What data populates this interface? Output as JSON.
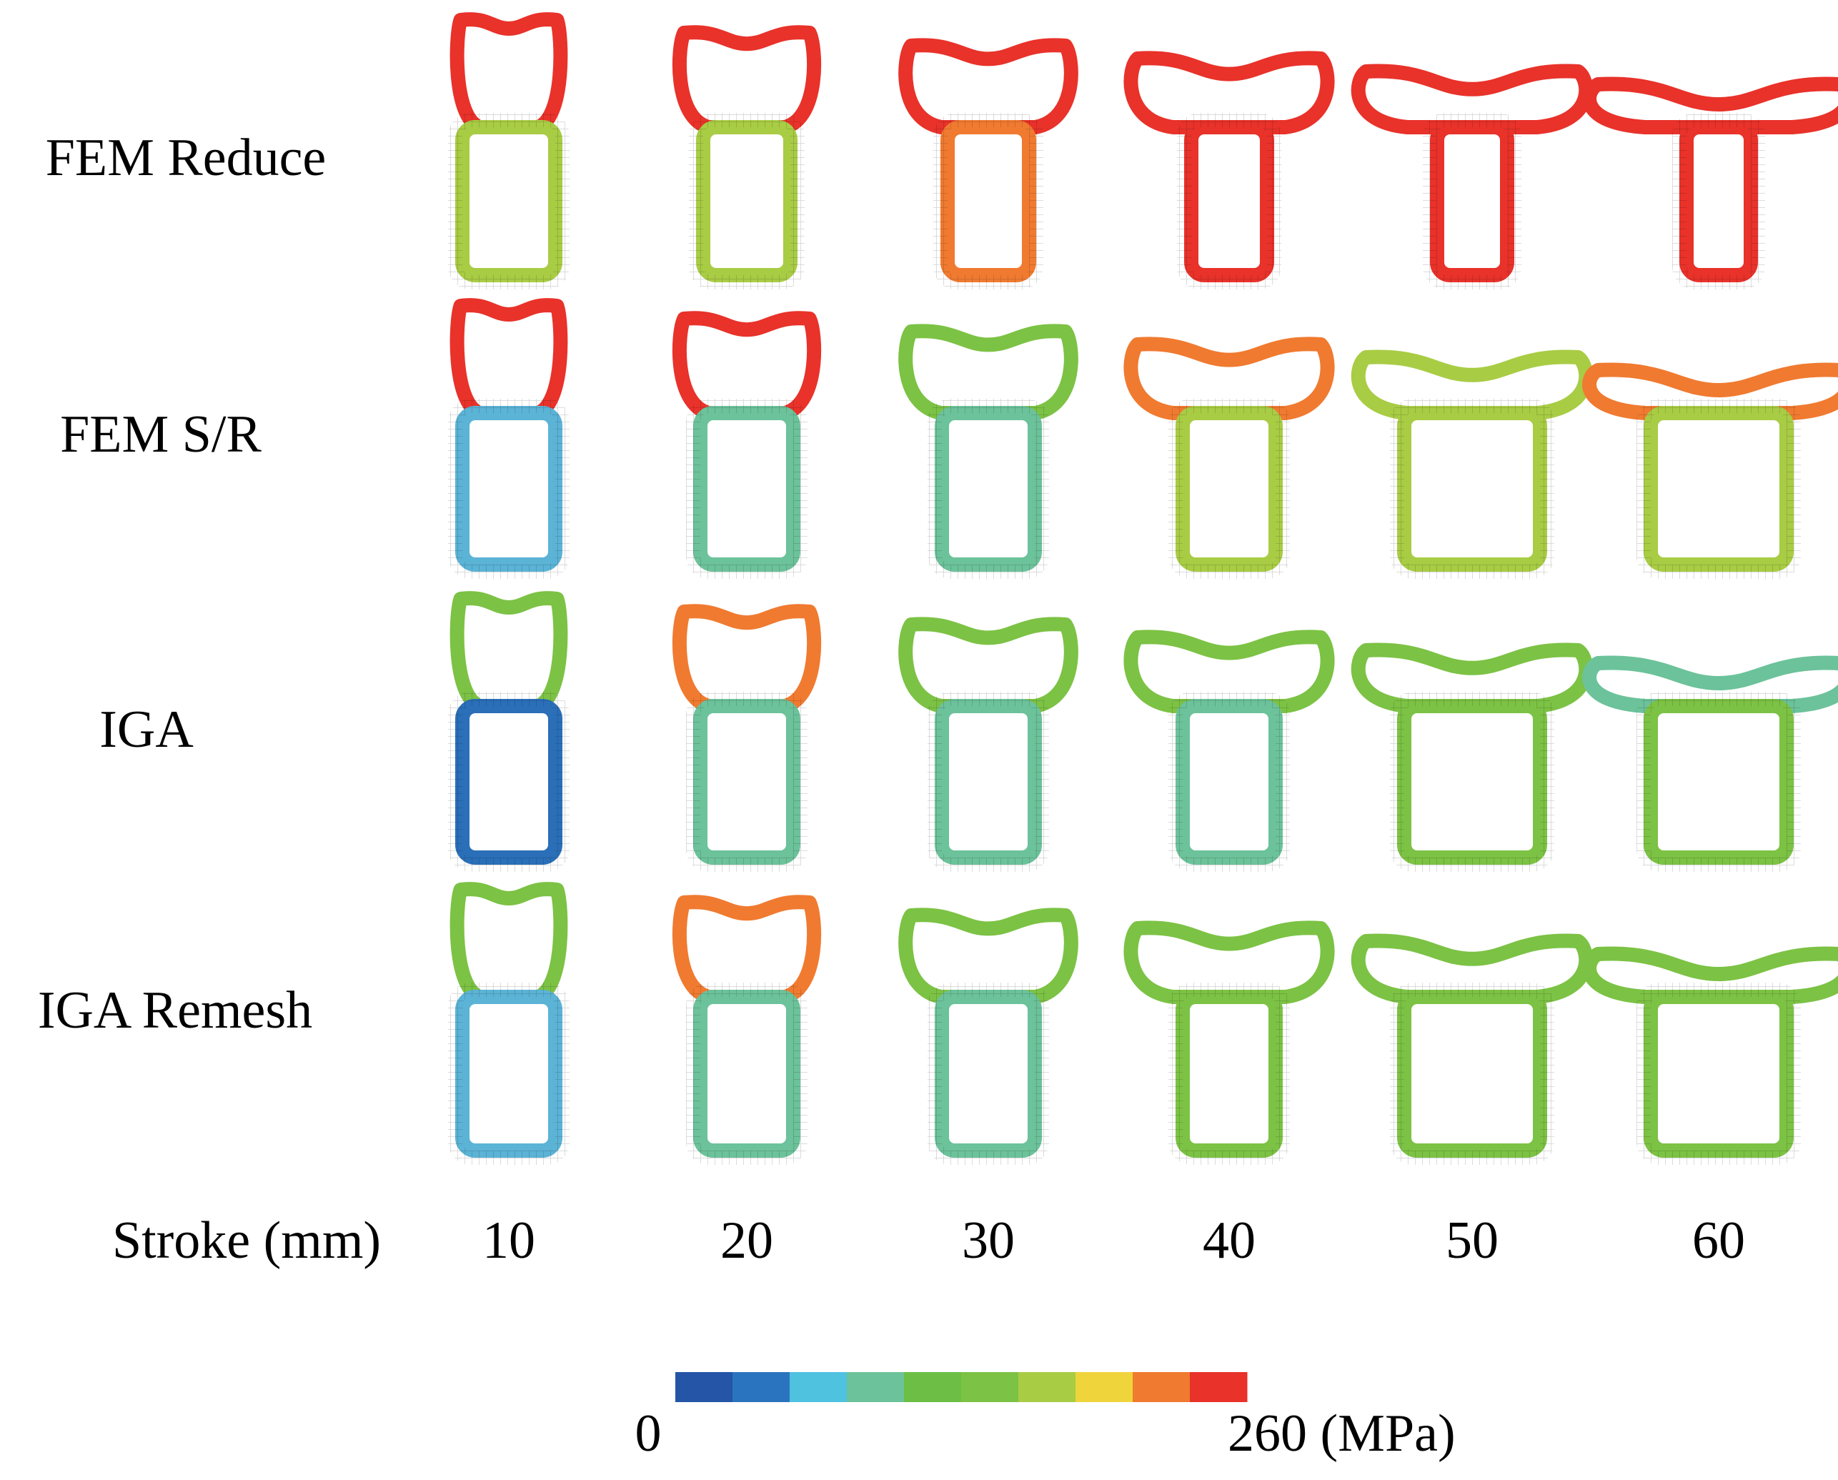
{
  "rows": [
    {
      "label": "FEM Reduce",
      "colors": [
        "#e8322a",
        "#e8322a",
        "#e8322a",
        "#e8322a",
        "#e8322a",
        "#e8322a"
      ],
      "inner_colors": [
        "#a8cc44",
        "#a8cc44",
        "#f07a30",
        "#e8322a",
        "#e8322a",
        "#e8322a"
      ]
    },
    {
      "label": "FEM S/R",
      "colors": [
        "#e8322a",
        "#e8322a",
        "#7cc244",
        "#f07a30",
        "#a8cc44",
        "#f07a30"
      ],
      "inner_colors": [
        "#5bb3d6",
        "#6cc29a",
        "#6cc29a",
        "#a8cc44",
        "#a8cc44",
        "#a8cc44"
      ]
    },
    {
      "label": "IGA",
      "colors": [
        "#7cc244",
        "#f07a30",
        "#7cc244",
        "#7cc244",
        "#7cc244",
        "#6cc29a"
      ],
      "inner_colors": [
        "#2a6fb8",
        "#6cc29a",
        "#6cc29a",
        "#6cc29a",
        "#7cc244",
        "#7cc244"
      ]
    },
    {
      "label": "IGA Remesh",
      "colors": [
        "#7cc244",
        "#f07a30",
        "#7cc244",
        "#7cc244",
        "#7cc244",
        "#7cc244"
      ],
      "inner_colors": [
        "#5bb3d6",
        "#6cc29a",
        "#6cc29a",
        "#7cc244",
        "#7cc244",
        "#7cc244"
      ]
    }
  ],
  "stroke_label": "Stroke (mm)",
  "strokes": [
    "10",
    "20",
    "30",
    "40",
    "50",
    "60"
  ],
  "colorbar": {
    "min_label": "0",
    "max_label": "260 (MPa)",
    "colors": [
      "#2455a6",
      "#2a74bf",
      "#4fc2e0",
      "#6cc29a",
      "#6cbf44",
      "#7cc244",
      "#a8cc44",
      "#efd43c",
      "#f07a30",
      "#e8322a"
    ]
  }
}
